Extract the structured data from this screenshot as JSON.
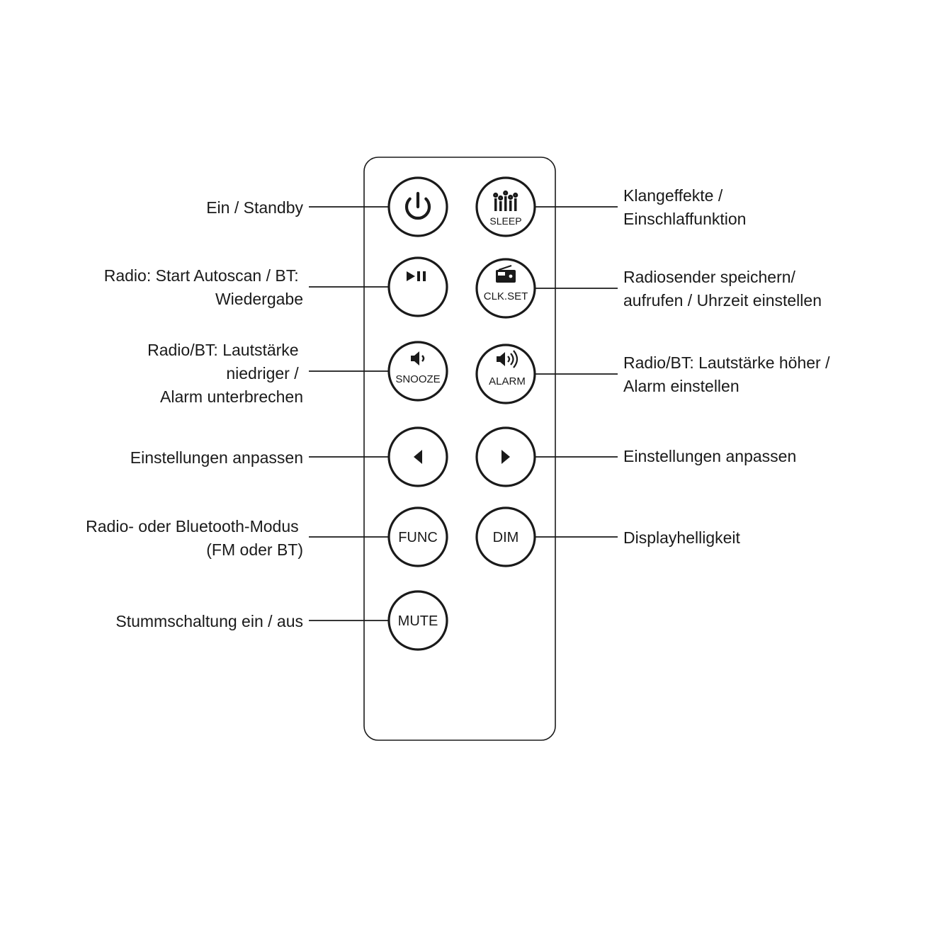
{
  "remote": {
    "buttons": {
      "power": {
        "icon": "power-icon"
      },
      "sleep": {
        "label": "SLEEP",
        "icon": "equalizer-bars-icon"
      },
      "play_pause": {
        "icon": "play-pause-icon"
      },
      "clk_set": {
        "label": "CLK.SET",
        "icon": "radio-icon"
      },
      "snooze": {
        "label": "SNOOZE",
        "icon": "speaker-low-icon"
      },
      "alarm": {
        "label": "ALARM",
        "icon": "speaker-high-icon"
      },
      "left": {
        "icon": "triangle-left-icon"
      },
      "right": {
        "icon": "triangle-right-icon"
      },
      "func": {
        "label": "FUNC"
      },
      "dim": {
        "label": "DIM"
      },
      "mute": {
        "label": "MUTE"
      }
    }
  },
  "callouts": {
    "power": [
      "Ein / Standby"
    ],
    "sleep": [
      "Klangeffekte /",
      "Einschlaffunktion"
    ],
    "play_pause": [
      "Radio: Start Autoscan / BT:",
      "Wiedergabe"
    ],
    "clk_set": [
      "Radiosender speichern/",
      "aufrufen / Uhrzeit einstellen"
    ],
    "snooze": [
      "Radio/BT: Lautstärke",
      "niedriger /",
      "Alarm unterbrechen"
    ],
    "alarm": [
      "Radio/BT: Lautstärke höher /",
      "Alarm einstellen"
    ],
    "left": [
      "Einstellungen anpassen"
    ],
    "right": [
      "Einstellungen anpassen"
    ],
    "func": [
      "Radio- oder Bluetooth-Modus",
      "(FM oder BT)"
    ],
    "dim": [
      "Displayhelligkeit"
    ],
    "mute": [
      "Stummschaltung ein / aus"
    ]
  }
}
